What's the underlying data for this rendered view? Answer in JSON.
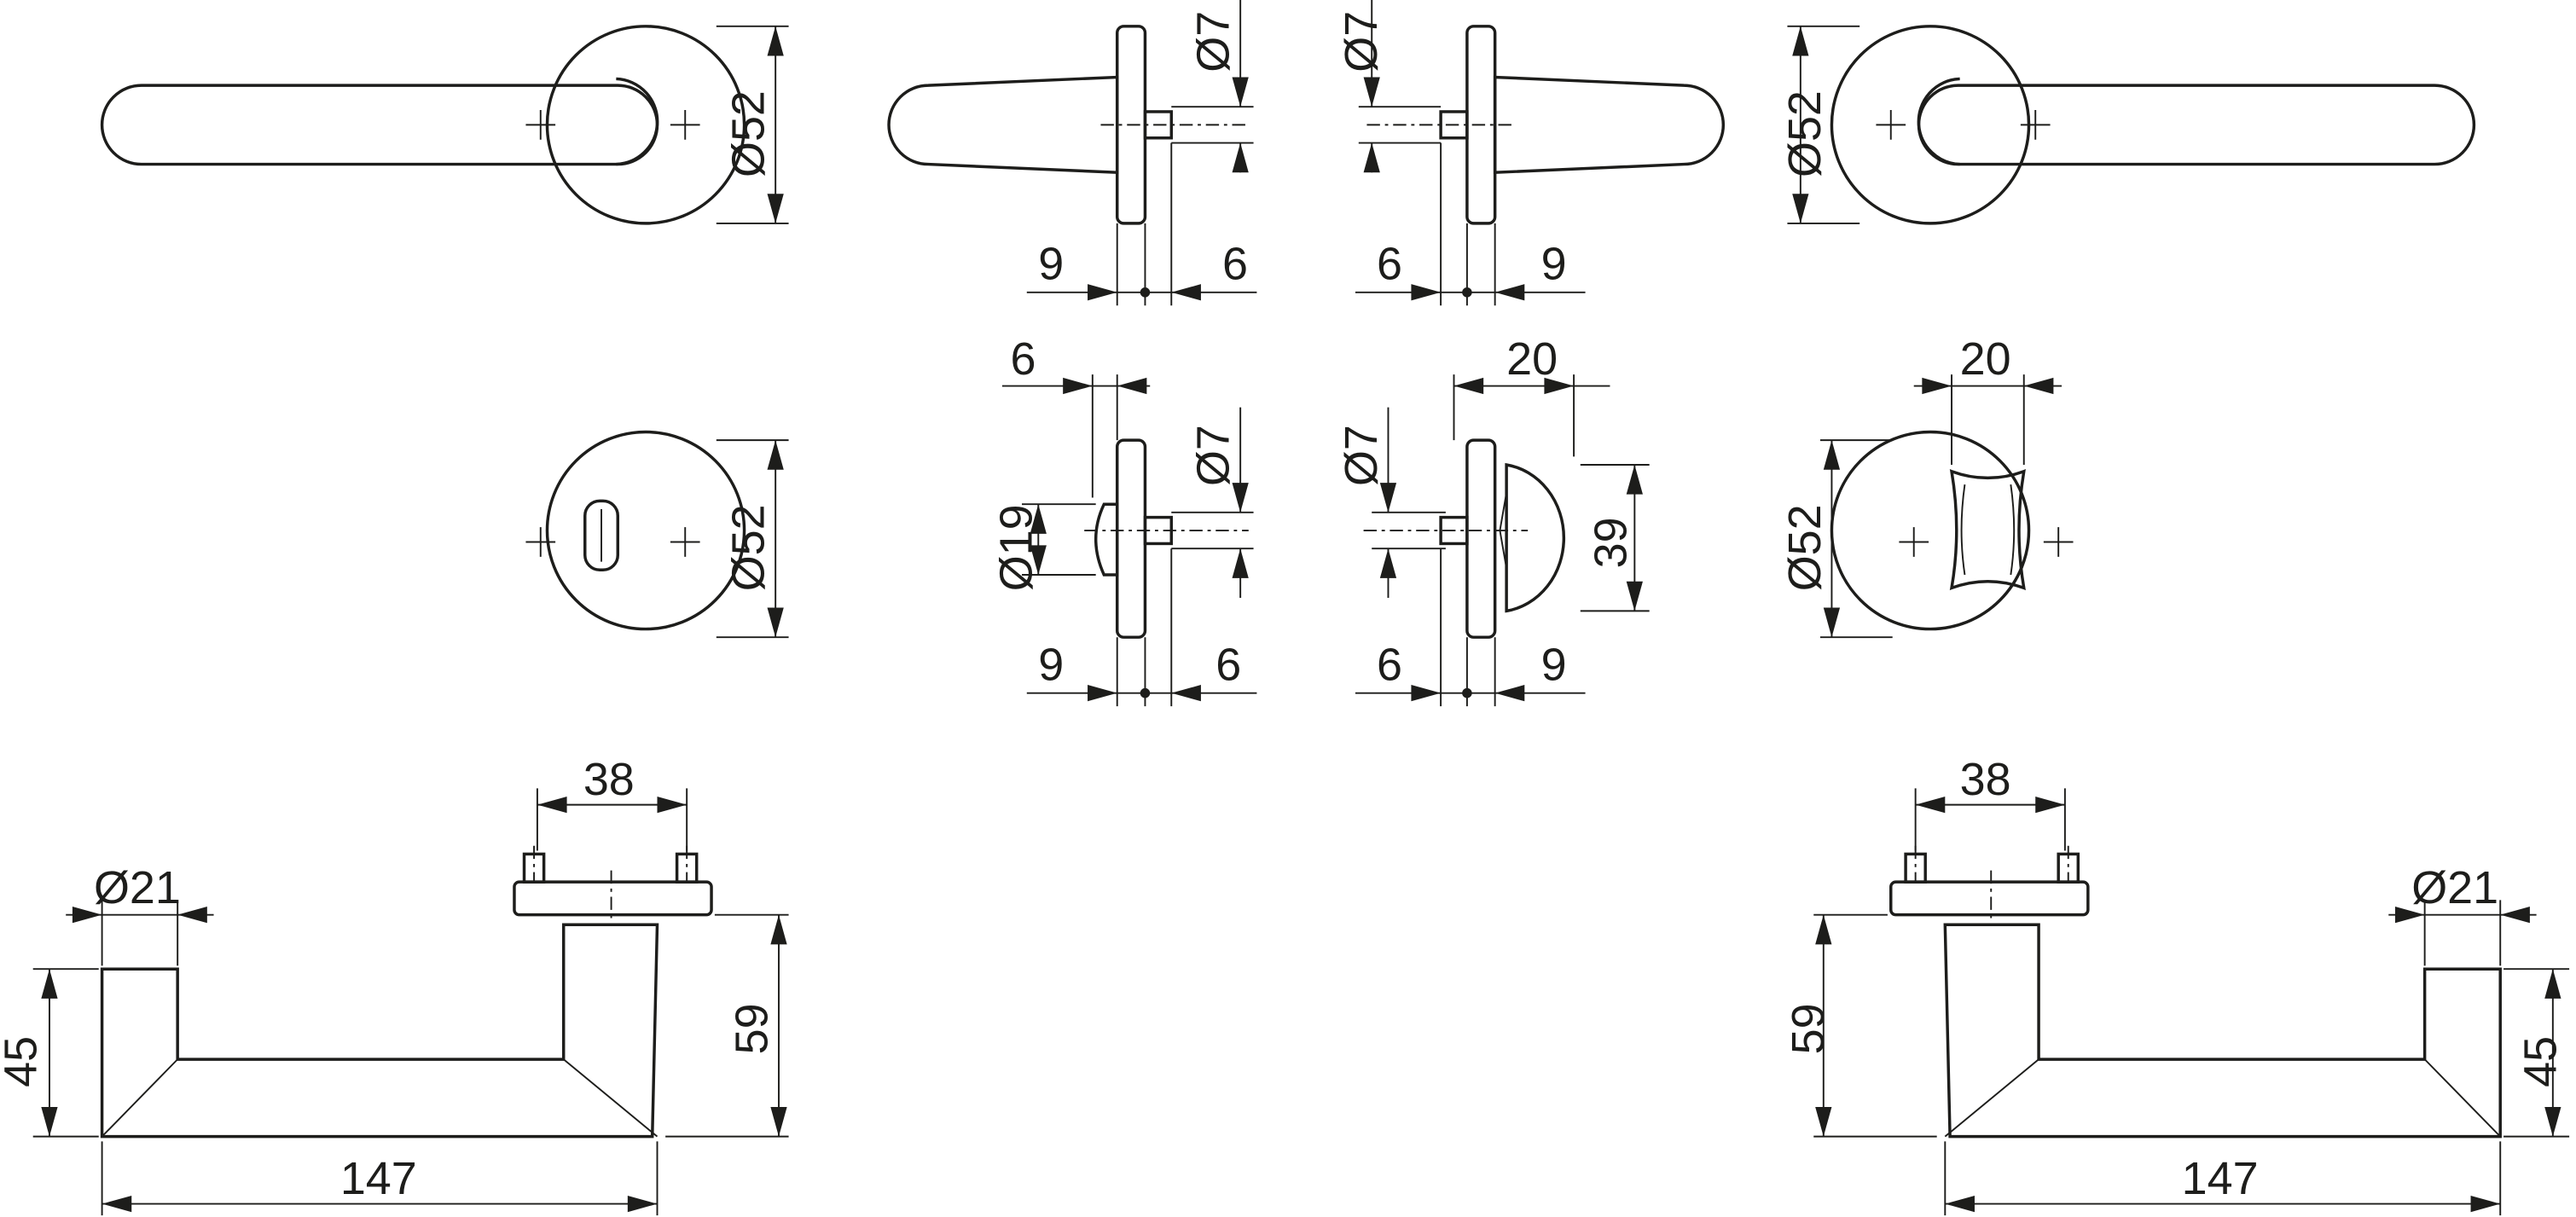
{
  "dimensions": {
    "rose_diameter": "Ø52",
    "spindle_diameter": "Ø7",
    "plate_offset": "9",
    "spindle_offset": "6",
    "knob_diameter": "Ø19",
    "knob_offset": "6",
    "turn_width": "20",
    "turn_height": "39",
    "pin_spacing": "38",
    "grip_diameter": "Ø21",
    "lever_height": "45",
    "lever_projection": "59",
    "lever_length": "147"
  }
}
